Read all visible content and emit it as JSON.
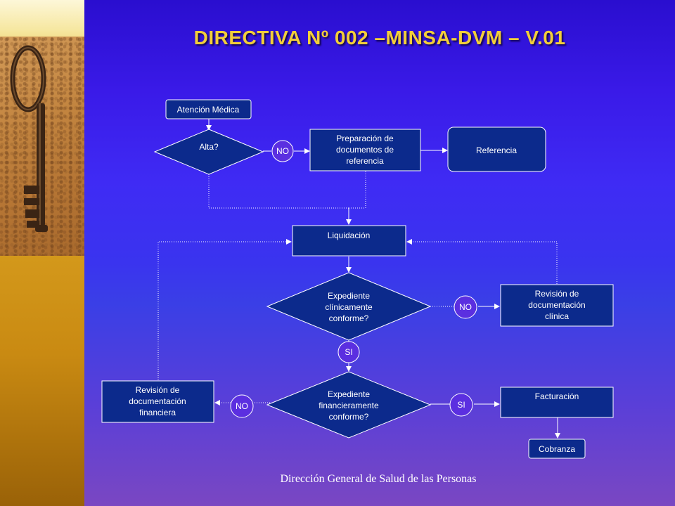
{
  "slide": {
    "title": "DIRECTIVA Nº 002 –MINSA-DVM – V.01",
    "footer": "Dirección General de Salud de las Personas"
  },
  "flowchart": {
    "atencion": "Atención Médica",
    "alta": "Alta?",
    "no_alta": "NO",
    "preparacion": [
      "Preparación de",
      "documentos de",
      "referencia"
    ],
    "referencia": "Referencia",
    "liquidacion": "Liquidación",
    "exp_clinico": [
      "Expediente",
      "clínicamente",
      "conforme?"
    ],
    "no_clinico": "NO",
    "rev_clinica": [
      "Revisión de",
      "documentación",
      "clínica"
    ],
    "si_clinico": "SI",
    "exp_financiero": [
      "Expediente",
      "financieramente",
      "conforme?"
    ],
    "no_financiero": "NO",
    "rev_financiera": [
      "Revisión de",
      "documentación",
      "financiera"
    ],
    "si_financiero": "SI",
    "facturacion": "Facturación",
    "cobranza": "Cobranza"
  },
  "colors": {
    "node_fill": "#0c2a8c",
    "badge_fill": "#5b2fe0",
    "title": "#f2ce3a"
  }
}
